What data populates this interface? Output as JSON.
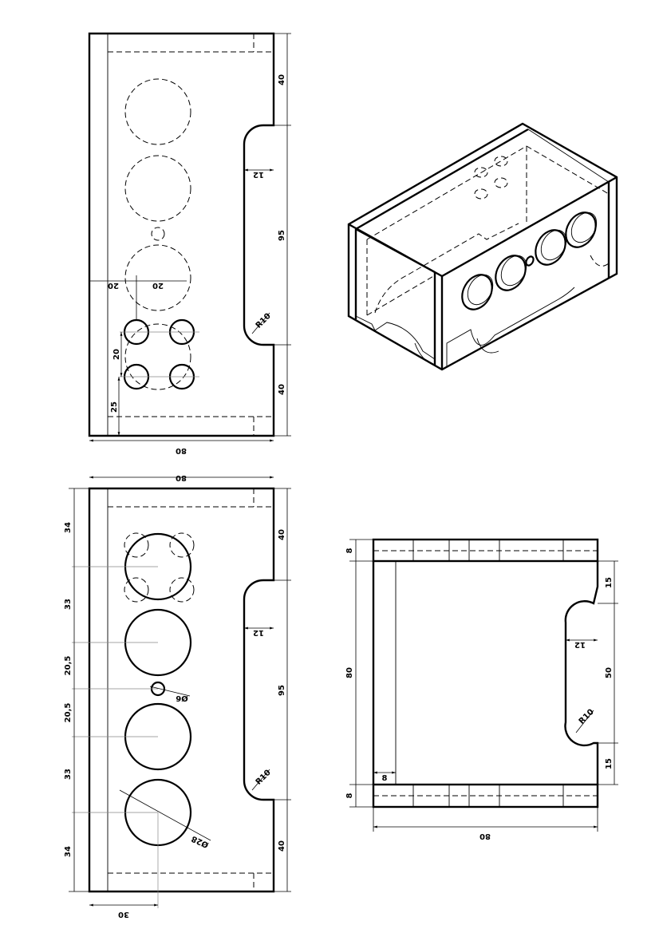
{
  "top_view": {
    "dims": {
      "h_top": "40",
      "h_mid": "95",
      "h_bot": "40",
      "notch_depth": "12",
      "radius": "R10",
      "width": "80",
      "offset_a": "20",
      "offset_b": "20",
      "spacing": "20",
      "bottom_offset": "25"
    }
  },
  "front_view": {
    "dims": {
      "width": "80",
      "h_top": "40",
      "h_mid": "95",
      "h_bot": "40",
      "notch_depth": "12",
      "radius": "R10",
      "s1": "34",
      "s2": "33",
      "s3": "20,5",
      "s4": "20,5",
      "s5": "33",
      "s6": "34",
      "small_hole": "Ø6",
      "large_hole": "Ø28",
      "center_offset": "30"
    }
  },
  "side_view": {
    "dims": {
      "top_plate": "8",
      "bottom_plate": "8",
      "height": "80",
      "width": "80",
      "wall": "8",
      "notch_depth": "12",
      "radius": "R10",
      "n_top": "15",
      "n_mid": "50",
      "n_bot": "15"
    }
  }
}
